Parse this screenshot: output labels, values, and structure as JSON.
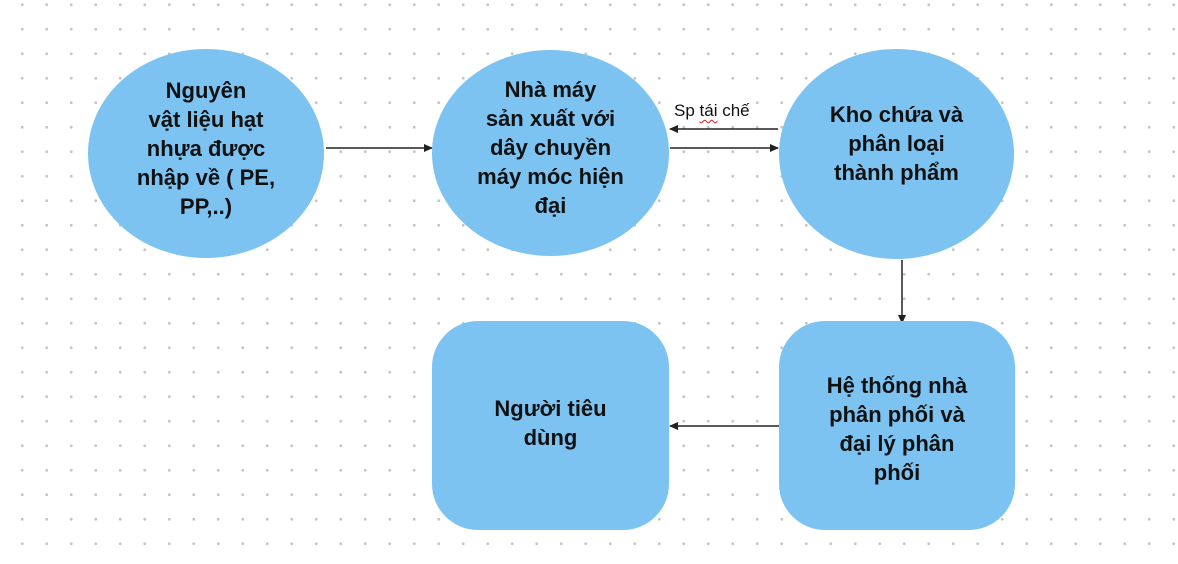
{
  "diagram": {
    "nodes": [
      {
        "id": "raw-material",
        "shape": "ellipse",
        "label": "Nguyên\nvật liệu hạt\nnhựa  được\nnhập về ( PE,\nPP,..)"
      },
      {
        "id": "factory",
        "shape": "ellipse",
        "label": "Nhà máy\nsản xuất với\ndây chuyền\nmáy móc hiện\nđại"
      },
      {
        "id": "warehouse",
        "shape": "ellipse",
        "label": "Kho chứa và\nphân loại\nthành phẩm"
      },
      {
        "id": "distribution",
        "shape": "rounded-rect",
        "label": "Hệ thống nhà\nphân phối và\nđại lý phân\nphối"
      },
      {
        "id": "consumer",
        "shape": "rounded-rect",
        "label": "Người tiêu\ndùng"
      }
    ],
    "edges": [
      {
        "from": "raw-material",
        "to": "factory",
        "label": ""
      },
      {
        "from": "factory",
        "to": "warehouse",
        "label": ""
      },
      {
        "from": "warehouse",
        "to": "factory",
        "label": "Sp tái chế"
      },
      {
        "from": "warehouse",
        "to": "distribution",
        "label": ""
      },
      {
        "from": "distribution",
        "to": "consumer",
        "label": ""
      }
    ],
    "recycle_label_parts": {
      "prefix": "Sp ",
      "underlined": "tái",
      "suffix": " chế"
    },
    "colors": {
      "node_fill": "#7cc3f2",
      "text": "#111111",
      "edge": "#222222",
      "spellcheck_underline": "#d92020",
      "grid_dot": "#c4c4c4"
    }
  }
}
